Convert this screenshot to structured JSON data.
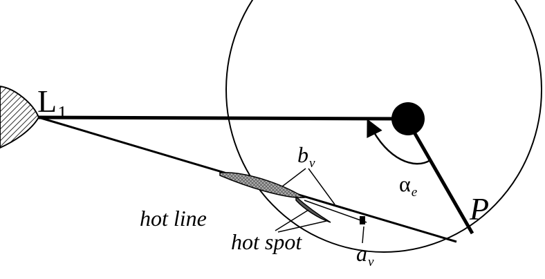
{
  "labels": {
    "l1_main": "L",
    "l1_sub": "1",
    "bv_main": "b",
    "bv_sub": "v",
    "alpha_main": "α",
    "alpha_sub": "e",
    "p": "P",
    "hot_line": "hot line",
    "hot_spot": "hot spot",
    "av_main": "a",
    "av_sub": "v"
  },
  "colors": {
    "stroke": "#000000",
    "hot_line_fill": "#9a9a9a",
    "background": "#ffffff"
  }
}
